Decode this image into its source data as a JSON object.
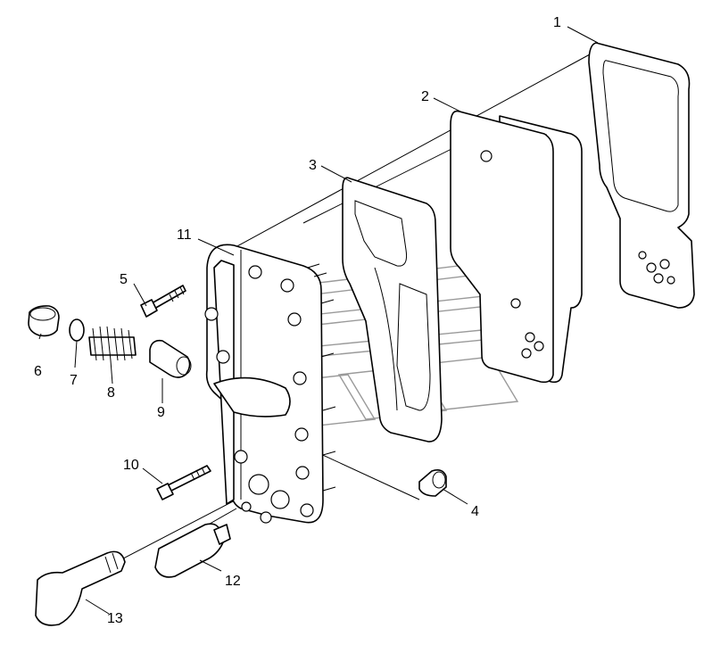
{
  "diagram": {
    "colors": {
      "line": "#000000",
      "watermark": "#9a9a9a",
      "background": "#ffffff"
    },
    "callouts": [
      {
        "id": "1",
        "label": "1"
      },
      {
        "id": "2",
        "label": "2"
      },
      {
        "id": "3",
        "label": "3"
      },
      {
        "id": "4",
        "label": "4"
      },
      {
        "id": "5",
        "label": "5"
      },
      {
        "id": "6",
        "label": "6"
      },
      {
        "id": "7",
        "label": "7"
      },
      {
        "id": "8",
        "label": "8"
      },
      {
        "id": "9",
        "label": "9"
      },
      {
        "id": "10",
        "label": "10"
      },
      {
        "id": "11",
        "label": "11"
      },
      {
        "id": "12",
        "label": "12"
      },
      {
        "id": "13",
        "label": "13"
      }
    ]
  }
}
